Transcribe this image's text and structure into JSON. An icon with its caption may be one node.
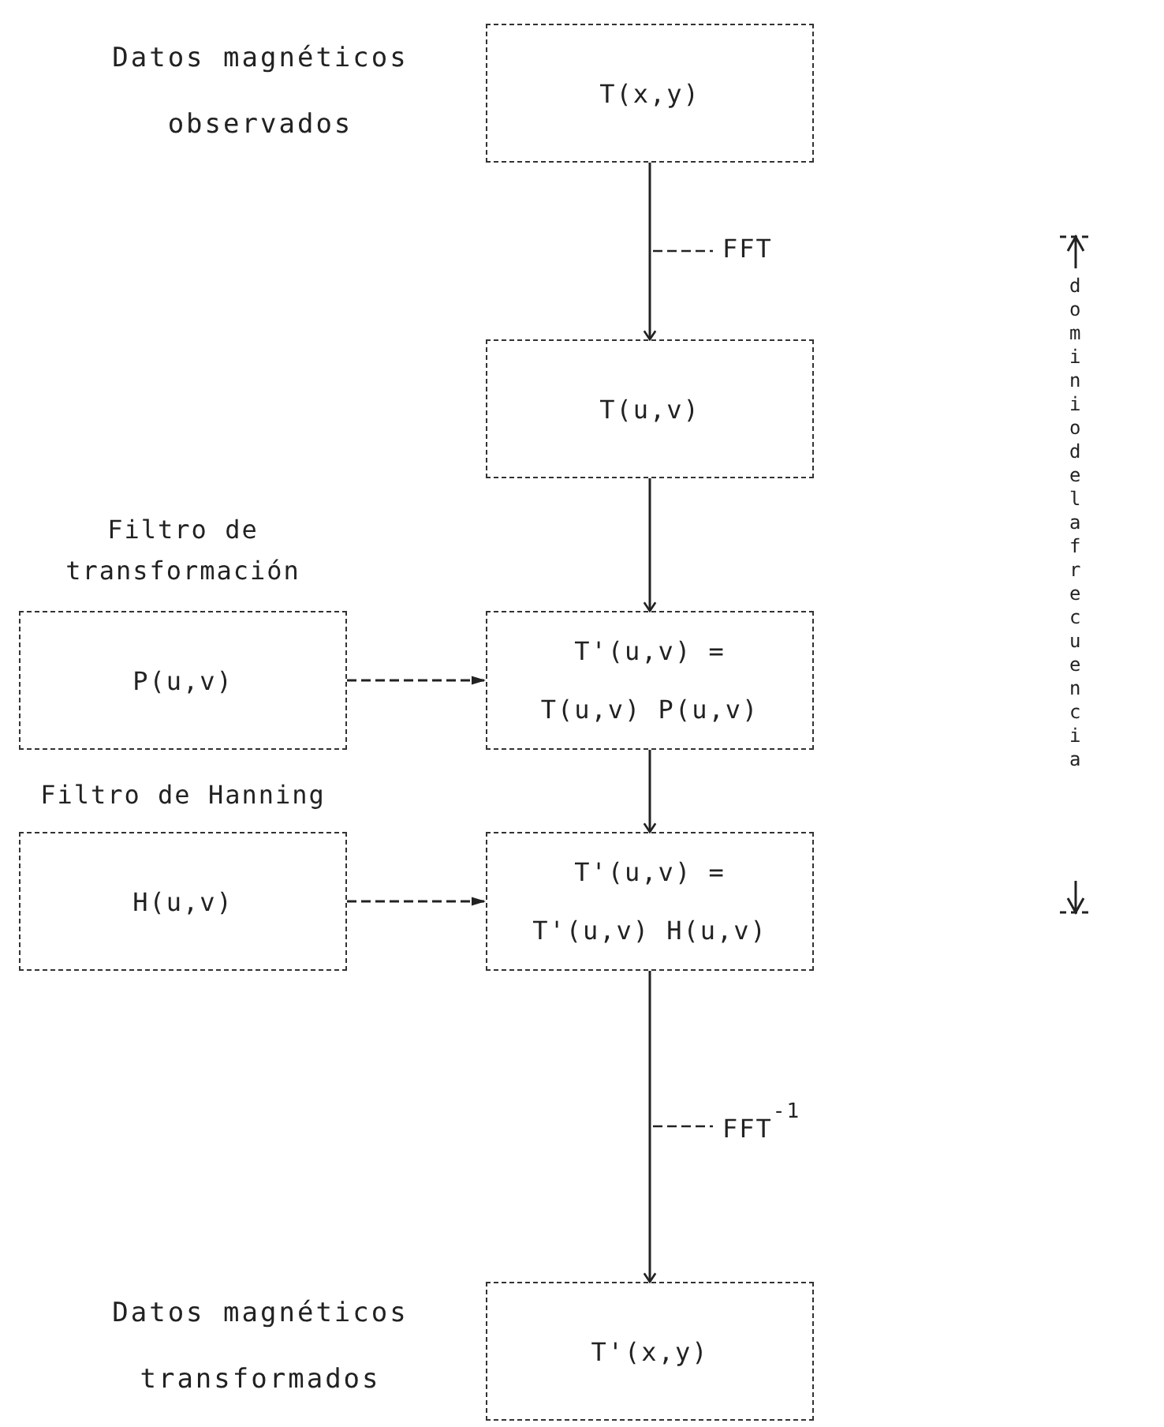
{
  "diagram": {
    "nodes": [
      {
        "text": [
          "T(x,y)"
        ],
        "beside": [
          "Datos magnéticos observados"
        ]
      },
      {
        "text": [
          "T(u,v)"
        ]
      },
      {
        "text": [
          "Filtro de transformación",
          "P(u,v)"
        ]
      },
      {
        "text": [
          "T'(u,v) =",
          "T(u,v) P(u,v)"
        ]
      },
      {
        "text": [
          "Filtro de Hanning",
          "H(u,v)"
        ]
      },
      {
        "text": [
          "T'(u,v) =",
          "T'(u,v) H(u,v)"
        ]
      },
      {
        "text": [
          "T'(x,y)"
        ],
        "beside": [
          "Datos magnéticos transformados"
        ]
      }
    ],
    "edges": [
      {
        "from": 0,
        "to": 1,
        "arrow": "to",
        "label": "FFT"
      },
      {
        "from": 1,
        "to": 3,
        "arrow": "to"
      },
      {
        "from": 2,
        "to": 3,
        "arrow": "to",
        "style": "dashed"
      },
      {
        "from": 3,
        "to": 5,
        "arrow": "to"
      },
      {
        "from": 4,
        "to": 5,
        "arrow": "to",
        "style": "dashed"
      },
      {
        "from": 5,
        "to": 6,
        "arrow": "to",
        "label": "FFT$^{-1}$"
      }
    ],
    "labels": [
      "dominio de la frecuencia"
    ]
  }
}
